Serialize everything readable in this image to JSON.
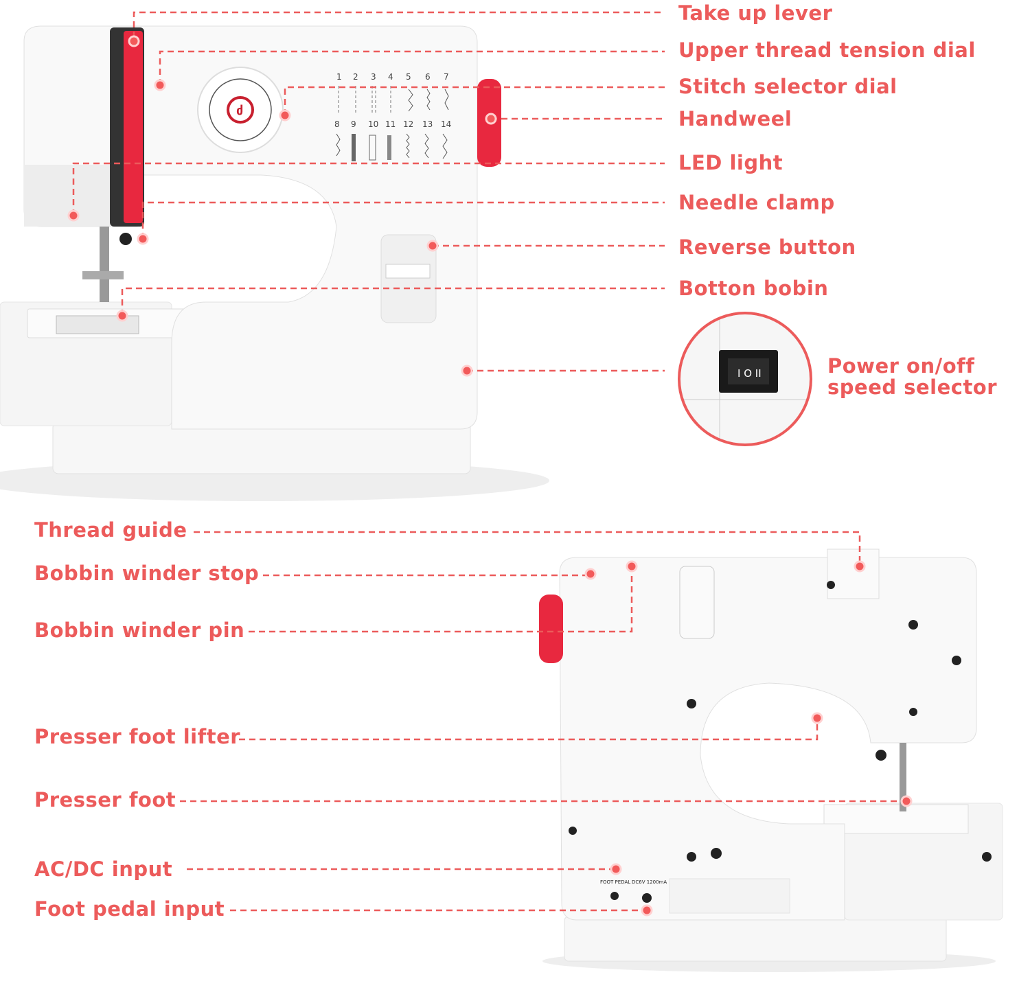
{
  "front_labels": [
    "Take up lever",
    "Upper thread tension dial",
    "Stitch selector dial",
    "Handweel",
    "LED light",
    "Needle clamp",
    "Reverse button",
    "Botton bobin"
  ],
  "power_label": [
    "Power on/off",
    "speed selector"
  ],
  "switch_text": "I O II",
  "back_labels": [
    "Thread guide",
    "Bobbin winder stop",
    "Bobbin winder pin",
    "Presser foot lifter",
    "Presser foot",
    "AC/DC input",
    "Foot pedal input"
  ],
  "stitch_numbers": [
    "1",
    "2",
    "3",
    "4",
    "5",
    "6",
    "7",
    "8",
    "9",
    "10",
    "11",
    "12",
    "13",
    "14"
  ],
  "port_labels": {
    "foot_pedal": "FOOT PEDAL",
    "dc": "DC6V 1200mA"
  },
  "colors": {
    "accent": "#ec5b5b",
    "machine_red": "#e8283f",
    "body": "#f4f4f4"
  }
}
